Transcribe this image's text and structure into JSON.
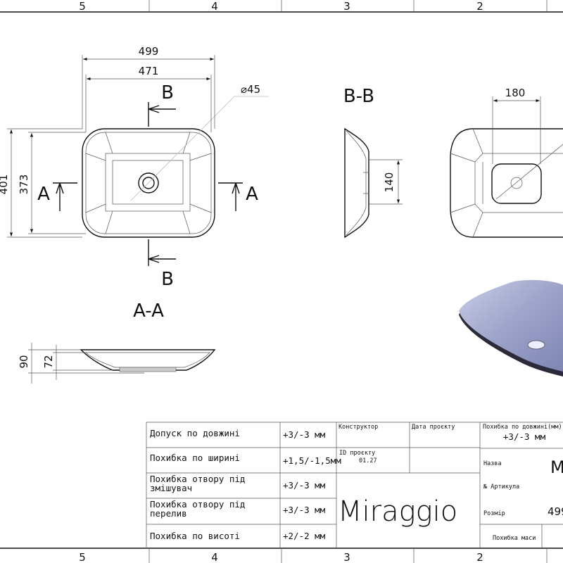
{
  "frame": {
    "zones_top": [
      "5",
      "4",
      "3",
      "2"
    ],
    "zones_bottom": [
      "5",
      "4",
      "3",
      "2"
    ]
  },
  "top_view": {
    "dim_width_outer": "499",
    "dim_width_inner": "471",
    "dim_height_outer": "401",
    "dim_height_inner": "373",
    "dim_drain": "⌀45",
    "section_b_label": "B",
    "section_a_label": "A"
  },
  "section_bb": {
    "title": "B-B",
    "dim_depth": "140"
  },
  "section_aa": {
    "title": "A-A",
    "dim_height_outer": "90",
    "dim_height_inner": "72"
  },
  "right_view": {
    "dim_bowl": "180"
  },
  "title_block": {
    "tolerances": [
      {
        "label": "Допуск по довжині",
        "value": "+3/-3 мм"
      },
      {
        "label": "Похибка по ширині",
        "value": "+1,5/-1,5мм"
      },
      {
        "label": "Похибка отвору під змішувач",
        "value": "+3/-3 мм"
      },
      {
        "label": "Похибка отвору під перелив",
        "value": "+3/-3 мм"
      },
      {
        "label": "Похибка по висоті",
        "value": "+2/-2 мм"
      }
    ],
    "designer_label": "Конструктор",
    "date_label": "Дата проєкту",
    "project_id_label": "ID проєкту",
    "project_id": "01.27",
    "brand": "Miraggio",
    "length_tol_label": "Похибка по довжині(мм)",
    "length_tol_value": "+3/-3 мм",
    "name_label": "Назва",
    "name_value": "M",
    "article_label": "№ Артикула",
    "size_label": "Розмір",
    "size_value": "499",
    "mass_tol_label": "Похибка маси"
  }
}
